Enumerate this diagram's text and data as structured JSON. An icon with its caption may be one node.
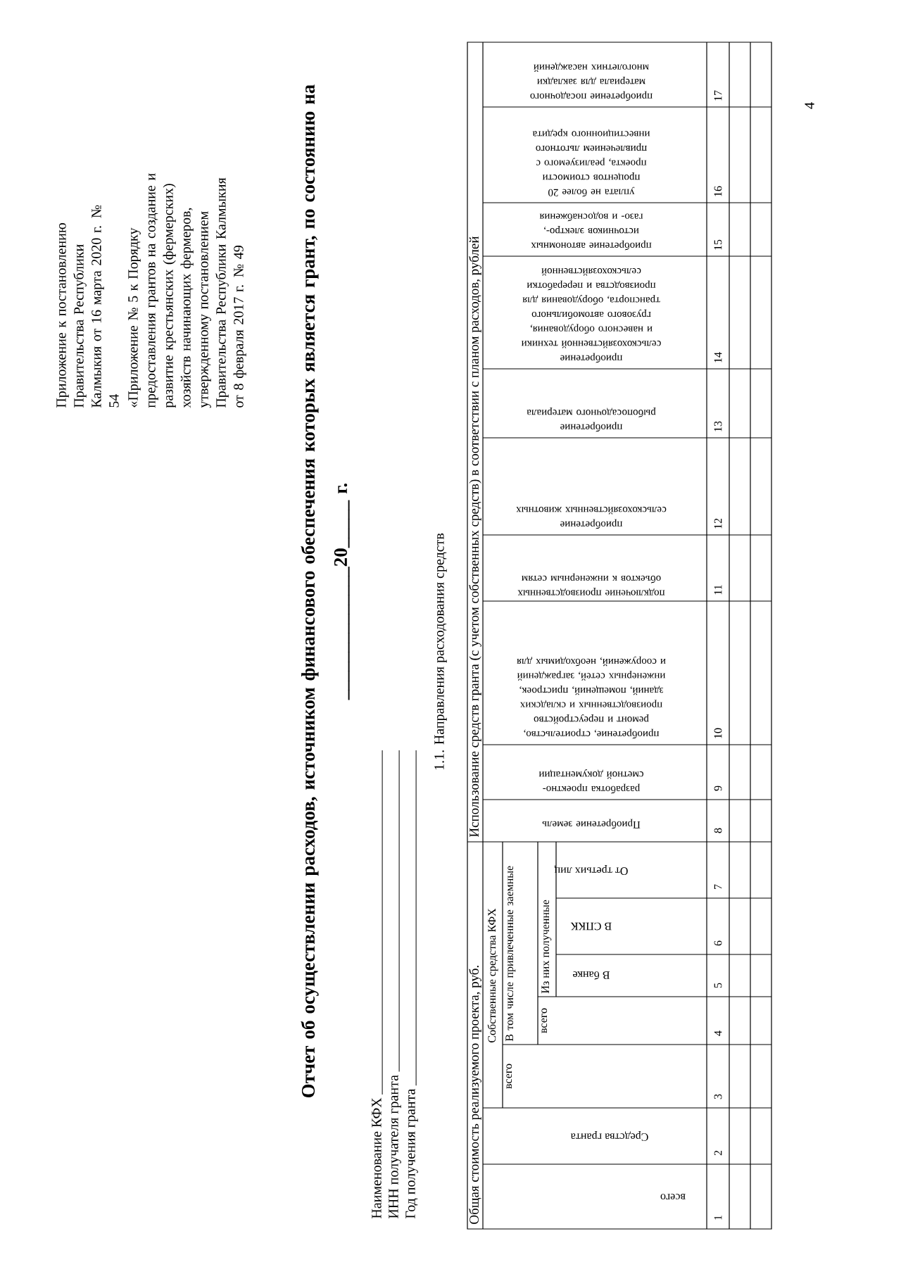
{
  "diagram": {
    "title": "Отчет об осуществлении расходов, источником финансового обеспечения которых является грант, по состоянию на ______________20_____ г.",
    "labels": [
      "Приложение к постановлению Правительства Республики Калмыкия от 16 марта 2020 г. № 54",
      "«Приложение № 5 к Порядку предоставления грантов на создание и развитие крестьянских (фермерских) хозяйств начинающих фермеров, утвержденному постановлением Правительства Республики Калмыкия от 8 февраля 2017 г. № 49",
      "Наименование КФХ",
      "ИНН получателя гранта",
      "Год получения гранта",
      "1.1. Направления расходования средств",
      "Общая стоимость реализуемого проекта, руб.",
      "Использование средств гранта (с учетом собственных средств) в соответствии с планом расходов, рублей",
      "всего",
      "Средства гранта",
      "Собственные средства КФХ",
      "всего",
      "В том числе привлеченные заемные",
      "всего",
      "Из них полученные",
      "В банке",
      "В СПКК",
      "От третьих лиц",
      "Приобретение земель",
      "разработка проектно- сметной документации",
      "приобретение, строительство, ремонт и переустройство производственных и складских зданий, помещений, пристроек, инженерных сетей, заграждений и сооружений, необходимых для",
      "подключение производственных объектов к инженерным сетям",
      "приобретение сельскохозяйственных животных",
      "приобретение рыбопосадочного материала",
      "приобретение сельскохозяйственной техники и навесного оборудования, грузового автомобильного транспорта, оборудования для производства и переработки сельскохозяйственной",
      "приобретение автономных источников электро-, газо- и водоснабжения",
      "уплата не более 20 процентов стоимости проекта, реализуемого с привлечением льготного инвестиционного кредита",
      "приобретение посадочного материала для закладки многолетних насаждений",
      "1",
      "2",
      "3",
      "4",
      "5",
      "6",
      "7",
      "8",
      "9",
      "10",
      "11",
      "12",
      "13",
      "14",
      "15",
      "16",
      "17",
      "4"
    ]
  }
}
